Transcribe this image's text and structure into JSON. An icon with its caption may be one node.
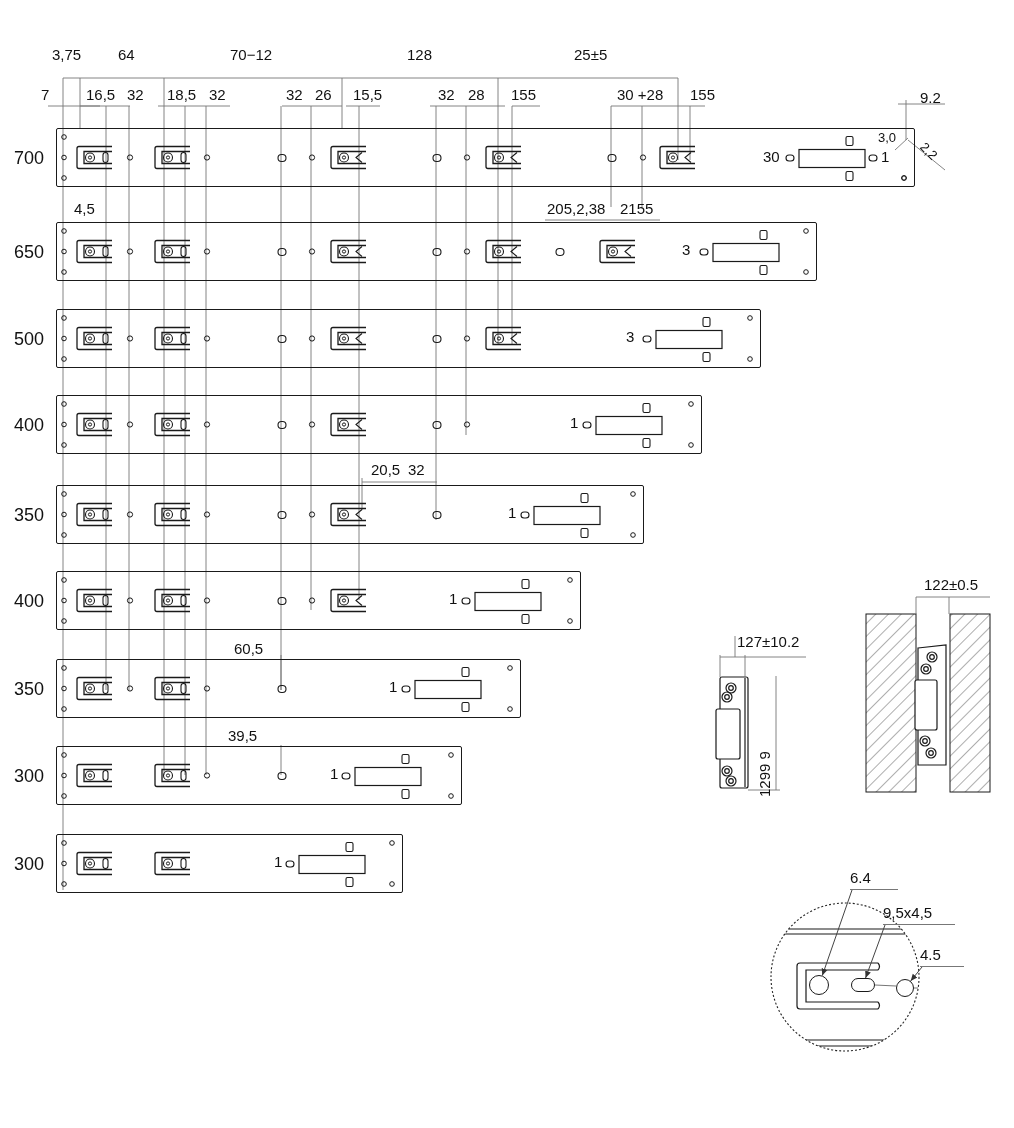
{
  "diagram": {
    "nodes": [
      {
        "text": [],
        "shape": "bar",
        "beside": [
          "700"
        ]
      },
      {
        "text": [],
        "shape": "bar",
        "beside": [
          "650"
        ]
      },
      {
        "text": [],
        "shape": "bar",
        "beside": [
          "500"
        ]
      },
      {
        "text": [],
        "shape": "bar",
        "beside": [
          "400"
        ]
      },
      {
        "text": [],
        "shape": "bar",
        "beside": [
          "350"
        ]
      },
      {
        "text": [],
        "shape": "bar",
        "beside": [
          "400"
        ]
      },
      {
        "text": [],
        "shape": "bar",
        "beside": [
          "350"
        ]
      },
      {
        "text": [],
        "shape": "bar",
        "beside": [
          "300"
        ]
      },
      {
        "text": [],
        "shape": "bar",
        "beside": [
          "300"
        ]
      },
      {
        "text": [],
        "shape": "circle"
      },
      {
        "text": [
          "6.4"
        ]
      },
      {
        "text": [],
        "shape": "circle",
        "in": 9
      },
      {
        "text": [
          "9,5x4,5"
        ]
      },
      {
        "text": [],
        "shape": "box",
        "in": 9
      },
      {
        "text": [
          "4.5"
        ]
      },
      {
        "text": [],
        "shape": "circle",
        "in": 9
      }
    ],
    "edges": [
      {
        "from": 10,
        "to": 11,
        "arrow": "to"
      },
      {
        "from": 12,
        "to": 13,
        "arrow": "to"
      },
      {
        "from": 14,
        "to": 15,
        "arrow": "to"
      }
    ],
    "labels": [
      "3,75",
      "64",
      "70−12",
      "128",
      "25±5",
      "7",
      "16,5",
      "32",
      "18,5",
      "32",
      "32",
      "26",
      "15,5",
      "32",
      "28",
      "155",
      "30 +28",
      "155",
      "9.2",
      "3,0",
      "30",
      "1",
      "2,2",
      "4,5",
      "205,2,38",
      "2155",
      "3",
      "3",
      "1",
      "20,5",
      "32",
      "1",
      "1",
      "60,5",
      "1",
      "39,5",
      "1",
      "1",
      "127±10.2",
      "1299 9",
      "122±0.5"
    ]
  }
}
